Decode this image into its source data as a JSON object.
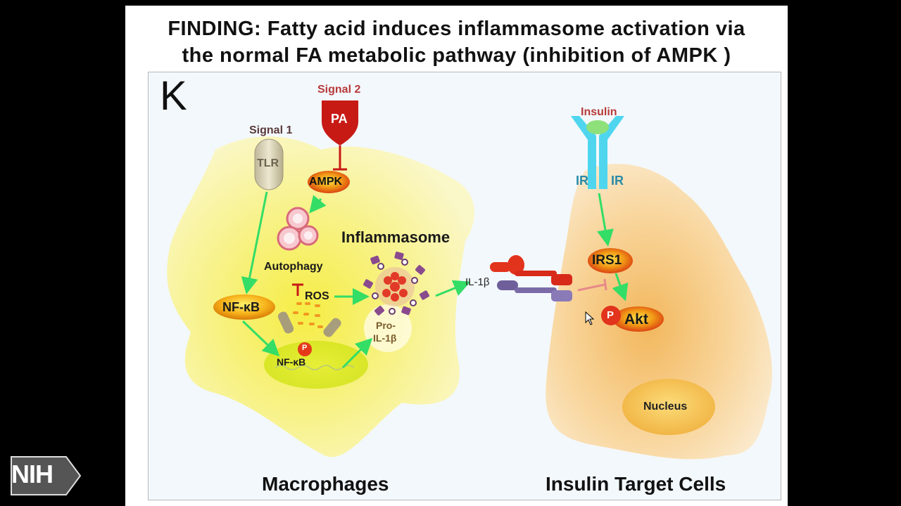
{
  "slide": {
    "title_line1": "FINDING: Fatty acid induces inflammasome activation via",
    "title_line2": "the normal FA metabolic pathway (inhibition of AMPK )",
    "panel_letter": "K"
  },
  "diagram": {
    "signal1": "Signal 1",
    "signal2": "Signal 2",
    "tlr": "TLR",
    "pa": "PA",
    "ampk": "AMPK",
    "autophagy": "Autophagy",
    "inflammasome": "Inflammasome",
    "ros": "ROS",
    "nfkb": "NF-κB",
    "nfkb_nuclear": "NF-κB",
    "p_small": "P",
    "pro_il1b_1": "Pro-",
    "pro_il1b_2": "IL-1β",
    "il1b": "IL-1β",
    "insulin": "Insulin",
    "ir_left": "IR",
    "ir_right": "IR",
    "irs1": "IRS1",
    "p_akt": "P",
    "akt": "Akt",
    "nucleus": "Nucleus",
    "macrophages": "Macrophages",
    "insulin_target_cells": "Insulin Target Cells"
  },
  "branding": {
    "logo_text": "NIH"
  },
  "colors": {
    "arrow_green": "#33dd66",
    "inhibit_red": "#cc2222",
    "macrophage_yellow": "#f6f08a",
    "target_cell_orange": "#f7c77a",
    "receptor_cyan": "#4fd6ee",
    "inflammasome_purple": "#8a4a8e"
  }
}
